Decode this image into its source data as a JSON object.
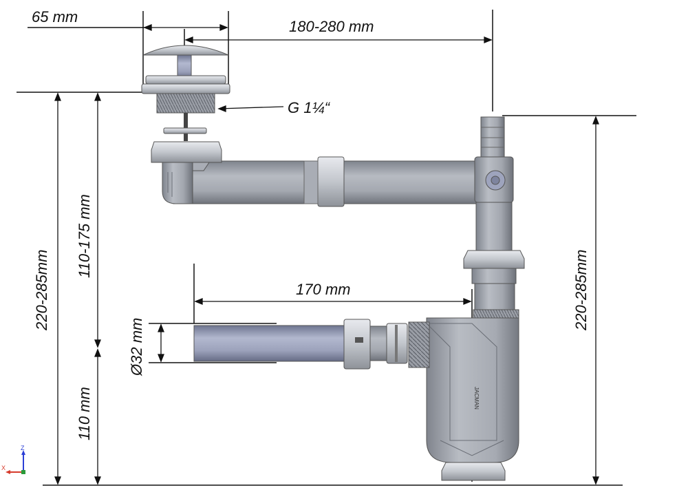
{
  "labels": {
    "flange_width": "65 mm",
    "overflow_distance": "180-280 mm",
    "thread": "G 1¼“",
    "total_height_left": "220-285mm",
    "adjust_height": "110-175 mm",
    "base_height": "110 mm",
    "pipe_diameter": "Ø32 mm",
    "pipe_length": "170 mm",
    "total_height_right": "220-285mm"
  },
  "brand_mark": "JACMAN",
  "axis_triad": {
    "z": "Z",
    "x": "X"
  },
  "colors": {
    "pipe_grey": "#a4a8b0",
    "pipe_blue": "#9ea4bd",
    "metal": "#c9cdd3",
    "line": "#111111",
    "axis_z": "#2b3fd6",
    "axis_x": "#d63a2b",
    "axis_y": "#2b9a3a"
  }
}
